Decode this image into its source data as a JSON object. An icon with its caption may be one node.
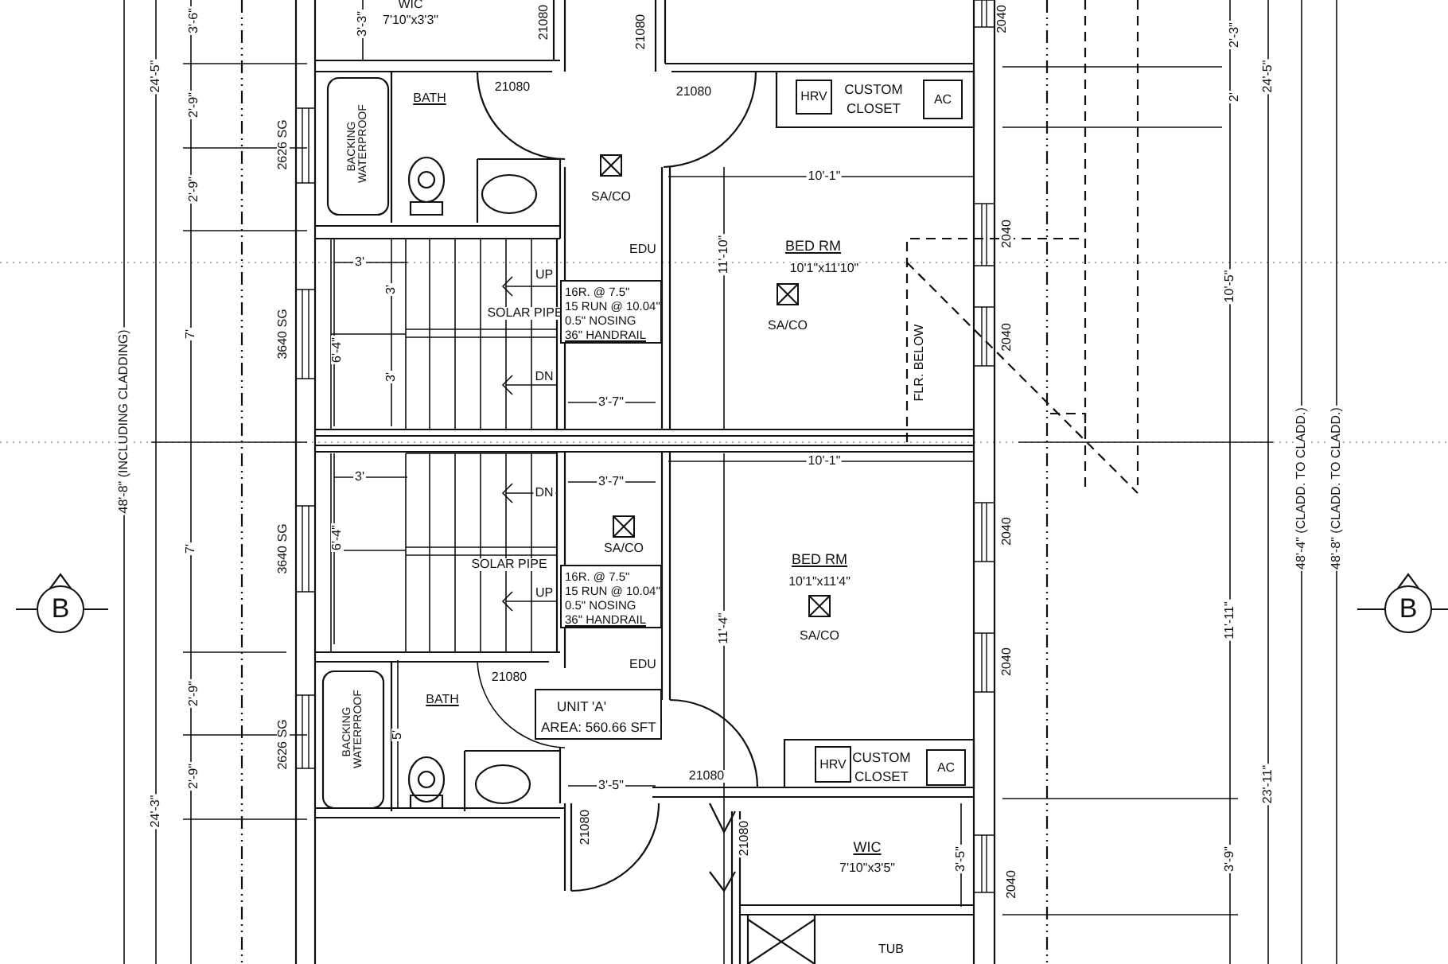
{
  "diagram": {
    "nodes": [
      {
        "text": [
          "16R. @ 7.5\"",
          "15 RUN @ 10.04\"",
          "0.5\" NOSING",
          "36\" HANDRAIL"
        ]
      },
      {
        "text": [
          "16R. @ 7.5\"",
          "15 RUN @ 10.04\"",
          "0.5\" NOSING",
          "36\" HANDRAIL"
        ]
      },
      {
        "text": [
          "CUSTOM CLOSET"
        ]
      },
      {
        "text": [
          "HRV"
        ],
        "in": 2
      },
      {
        "text": [
          "AC"
        ],
        "in": 2
      },
      {
        "text": [
          "UNIT 'A'",
          "AREA: 560.66 SFT"
        ]
      },
      {
        "text": [
          "CUSTOM CLOSET"
        ]
      },
      {
        "text": [
          "HRV"
        ],
        "in": 6
      },
      {
        "text": [
          "AC"
        ],
        "in": 6
      },
      {
        "text": [
          "B"
        ]
      },
      {
        "text": [
          "B"
        ]
      }
    ],
    "labels": [
      "3'-6\"",
      "WIC",
      "7'10\"x3'3\"",
      "3'-3\"",
      "21080",
      "21080",
      "2040",
      "2'-3\"",
      "24'-5\"",
      "24'-5\"",
      "21080",
      "21080",
      "BATH",
      "2'",
      "2'-9\"",
      "2626 SG",
      "BACKING WATERPROOF",
      "SA/CO",
      "10'-1\"",
      "2'-9\"",
      "2040",
      "EDU",
      "11'-10\"",
      "BED RM",
      "10'1\"x11'10\"",
      "3'",
      "UP",
      "3'",
      "10'-5\"",
      "SOLAR PIPE",
      "SA/CO",
      "7'",
      "3640 SG",
      "2040",
      "6'-4\"",
      "FLR. BELOW",
      "3'",
      "DN",
      "3'-7\"",
      "48'-8\" (INCLUDING CLADDING)",
      "48'-4\" (CLADD. TO CLADD.)",
      "48'-8\" (CLADD. TO CLADD.)",
      "3'",
      "3'-7\"",
      "10'-1\"",
      "DN",
      "7'",
      "3640 SG",
      "6'-4\"",
      "2040",
      "SOLAR PIPE",
      "SA/CO",
      "BED RM",
      "10'1\"x11'4\"",
      "UP",
      "SA/CO",
      "11'-4\"",
      "11'-11\"",
      "2040",
      "EDU",
      "21080",
      "2'-9\"",
      "BATH",
      "5'",
      "BACKING WATERPROOF",
      "2626 SG",
      "2'-9\"",
      "3'-5\"",
      "21080",
      "23'-11\"",
      "24'-3\"",
      "21080",
      "21080",
      "WIC",
      "3'-5\"",
      "3'-9\"",
      "7'10\"x3'5\"",
      "2040",
      "TUB"
    ]
  }
}
